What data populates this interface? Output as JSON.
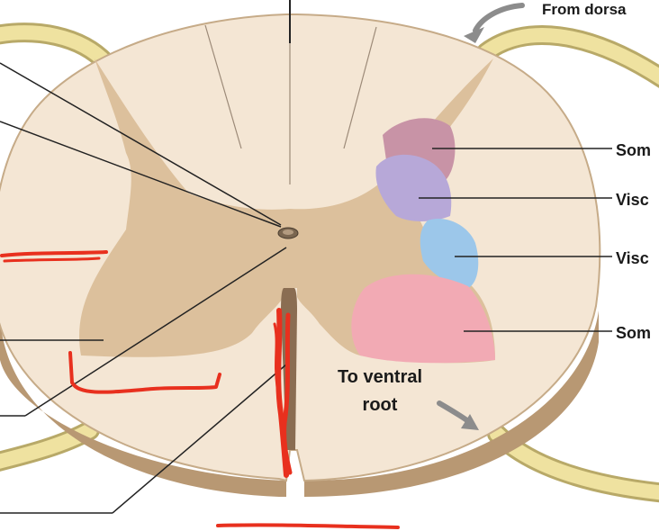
{
  "labels": {
    "from_dorsal": "From dorsa",
    "somatic_sensory": "Som",
    "visceral_sensory": "Visc",
    "visceral_motor": "Visc",
    "somatic_motor": "Som",
    "to_ventral_line1": "To ventral",
    "to_ventral_line2": "root"
  },
  "colors": {
    "white_matter": "#f4e6d4",
    "gray_matter": "#dcc09c",
    "somatic_sensory_zone": "#c893a6",
    "visceral_sensory_zone": "#b7a8d8",
    "visceral_motor_zone": "#9cc7ea",
    "somatic_motor_zone": "#f2aab4",
    "nerve_root": "#efe2a0",
    "annotation_red": "#e8301e",
    "leader_line": "#222222"
  }
}
